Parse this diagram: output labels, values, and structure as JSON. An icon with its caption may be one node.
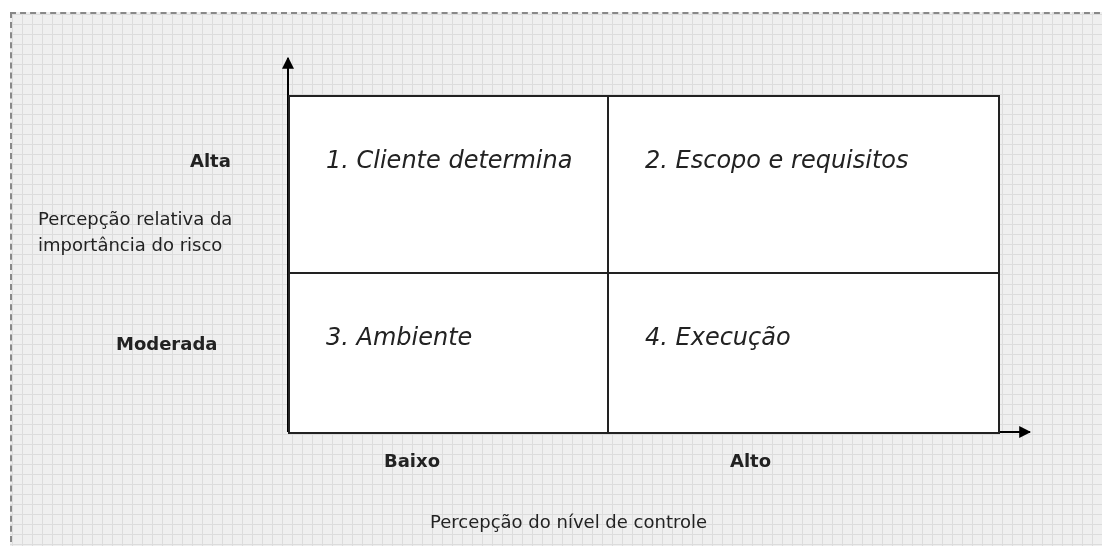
{
  "diagram": {
    "nodes": [
      {
        "text": [
          "1. Cliente determina"
        ]
      },
      {
        "text": [
          "2. Escopo e requisitos"
        ]
      },
      {
        "text": [
          "3. Ambiente"
        ]
      },
      {
        "text": [
          "4. Execução"
        ]
      }
    ],
    "labels": [
      "Alta",
      "Percepção relativa da importância do risco",
      "Moderada",
      "Baixo",
      "Alto",
      "Percepção do nível de controle"
    ]
  }
}
